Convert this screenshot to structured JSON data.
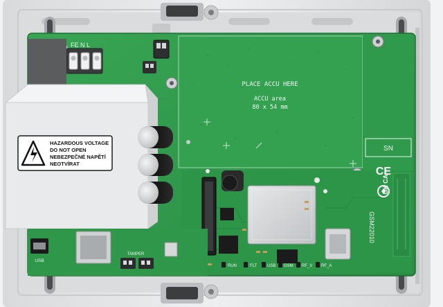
{
  "labels": {
    "mains_terminal": "FE   N   L",
    "accu_title": "PLACE ACCU HERE",
    "accu_area": "ACCU area",
    "accu_size": "80  x  54  mm",
    "serial_box": "SN",
    "warning_lines": [
      "HAZARDOUS VOLTAGE",
      "DO NOT OPEN",
      "NEBEZPEČNÉ NAPĚTÍ",
      "NEOTVÍRAT"
    ],
    "usb_port": "USB",
    "tamper": "TAMPER",
    "model": "GSM22010",
    "leds": [
      "RUN",
      "FLT",
      "USB",
      "GSM",
      "RF_V",
      "RF_A"
    ],
    "marks": [
      "CE",
      "UK CA"
    ]
  },
  "colors": {
    "pcb": "#2f9a4c",
    "pcb_dark": "#237a3a",
    "housing": "#e9eaeb",
    "transformer": "#e7e8e9",
    "capacitor": "#1c1c1c",
    "shield": "#cfd1d3"
  },
  "icons": [
    "high-voltage-warning-icon",
    "brand-logo-icon"
  ]
}
